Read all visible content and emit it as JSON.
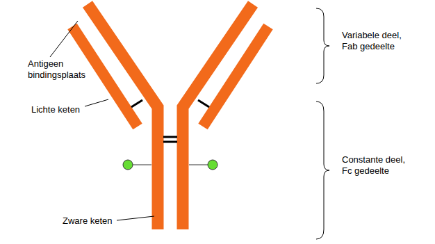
{
  "diagram": {
    "labels": [
      "Antigeen bindingsplaats",
      "Lichte keten",
      "Zware keten",
      "Variabele deel, Fab gedeelte",
      "Constante deel, Fc gedeelte"
    ]
  }
}
